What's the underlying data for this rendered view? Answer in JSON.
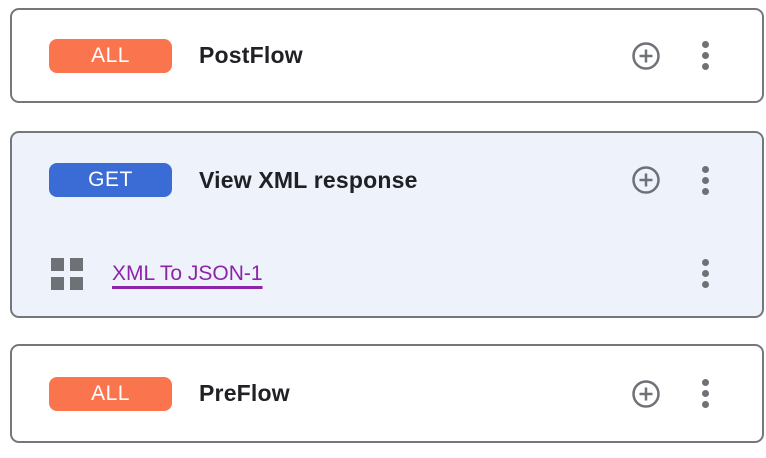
{
  "colors": {
    "badge_all": "#FA744D",
    "badge_get": "#3B6CD6",
    "card_border": "#75787B",
    "highlighted_card_background": "#EDF2FB",
    "icon_gray": "#6E7276",
    "title_text": "#202124",
    "policy_link": "#8E24AA"
  },
  "icons": {
    "add_step": "plus-circle-icon",
    "flow_menu": "kebab-menu-icon",
    "policy": "grid-icon"
  },
  "flows": [
    {
      "badge": "ALL",
      "title": "PostFlow",
      "highlighted": false,
      "policies": []
    },
    {
      "badge": "GET",
      "title": "View XML response",
      "highlighted": true,
      "policies": [
        {
          "name": "XML To JSON-1"
        }
      ]
    },
    {
      "badge": "ALL",
      "title": "PreFlow",
      "highlighted": false,
      "policies": []
    }
  ]
}
